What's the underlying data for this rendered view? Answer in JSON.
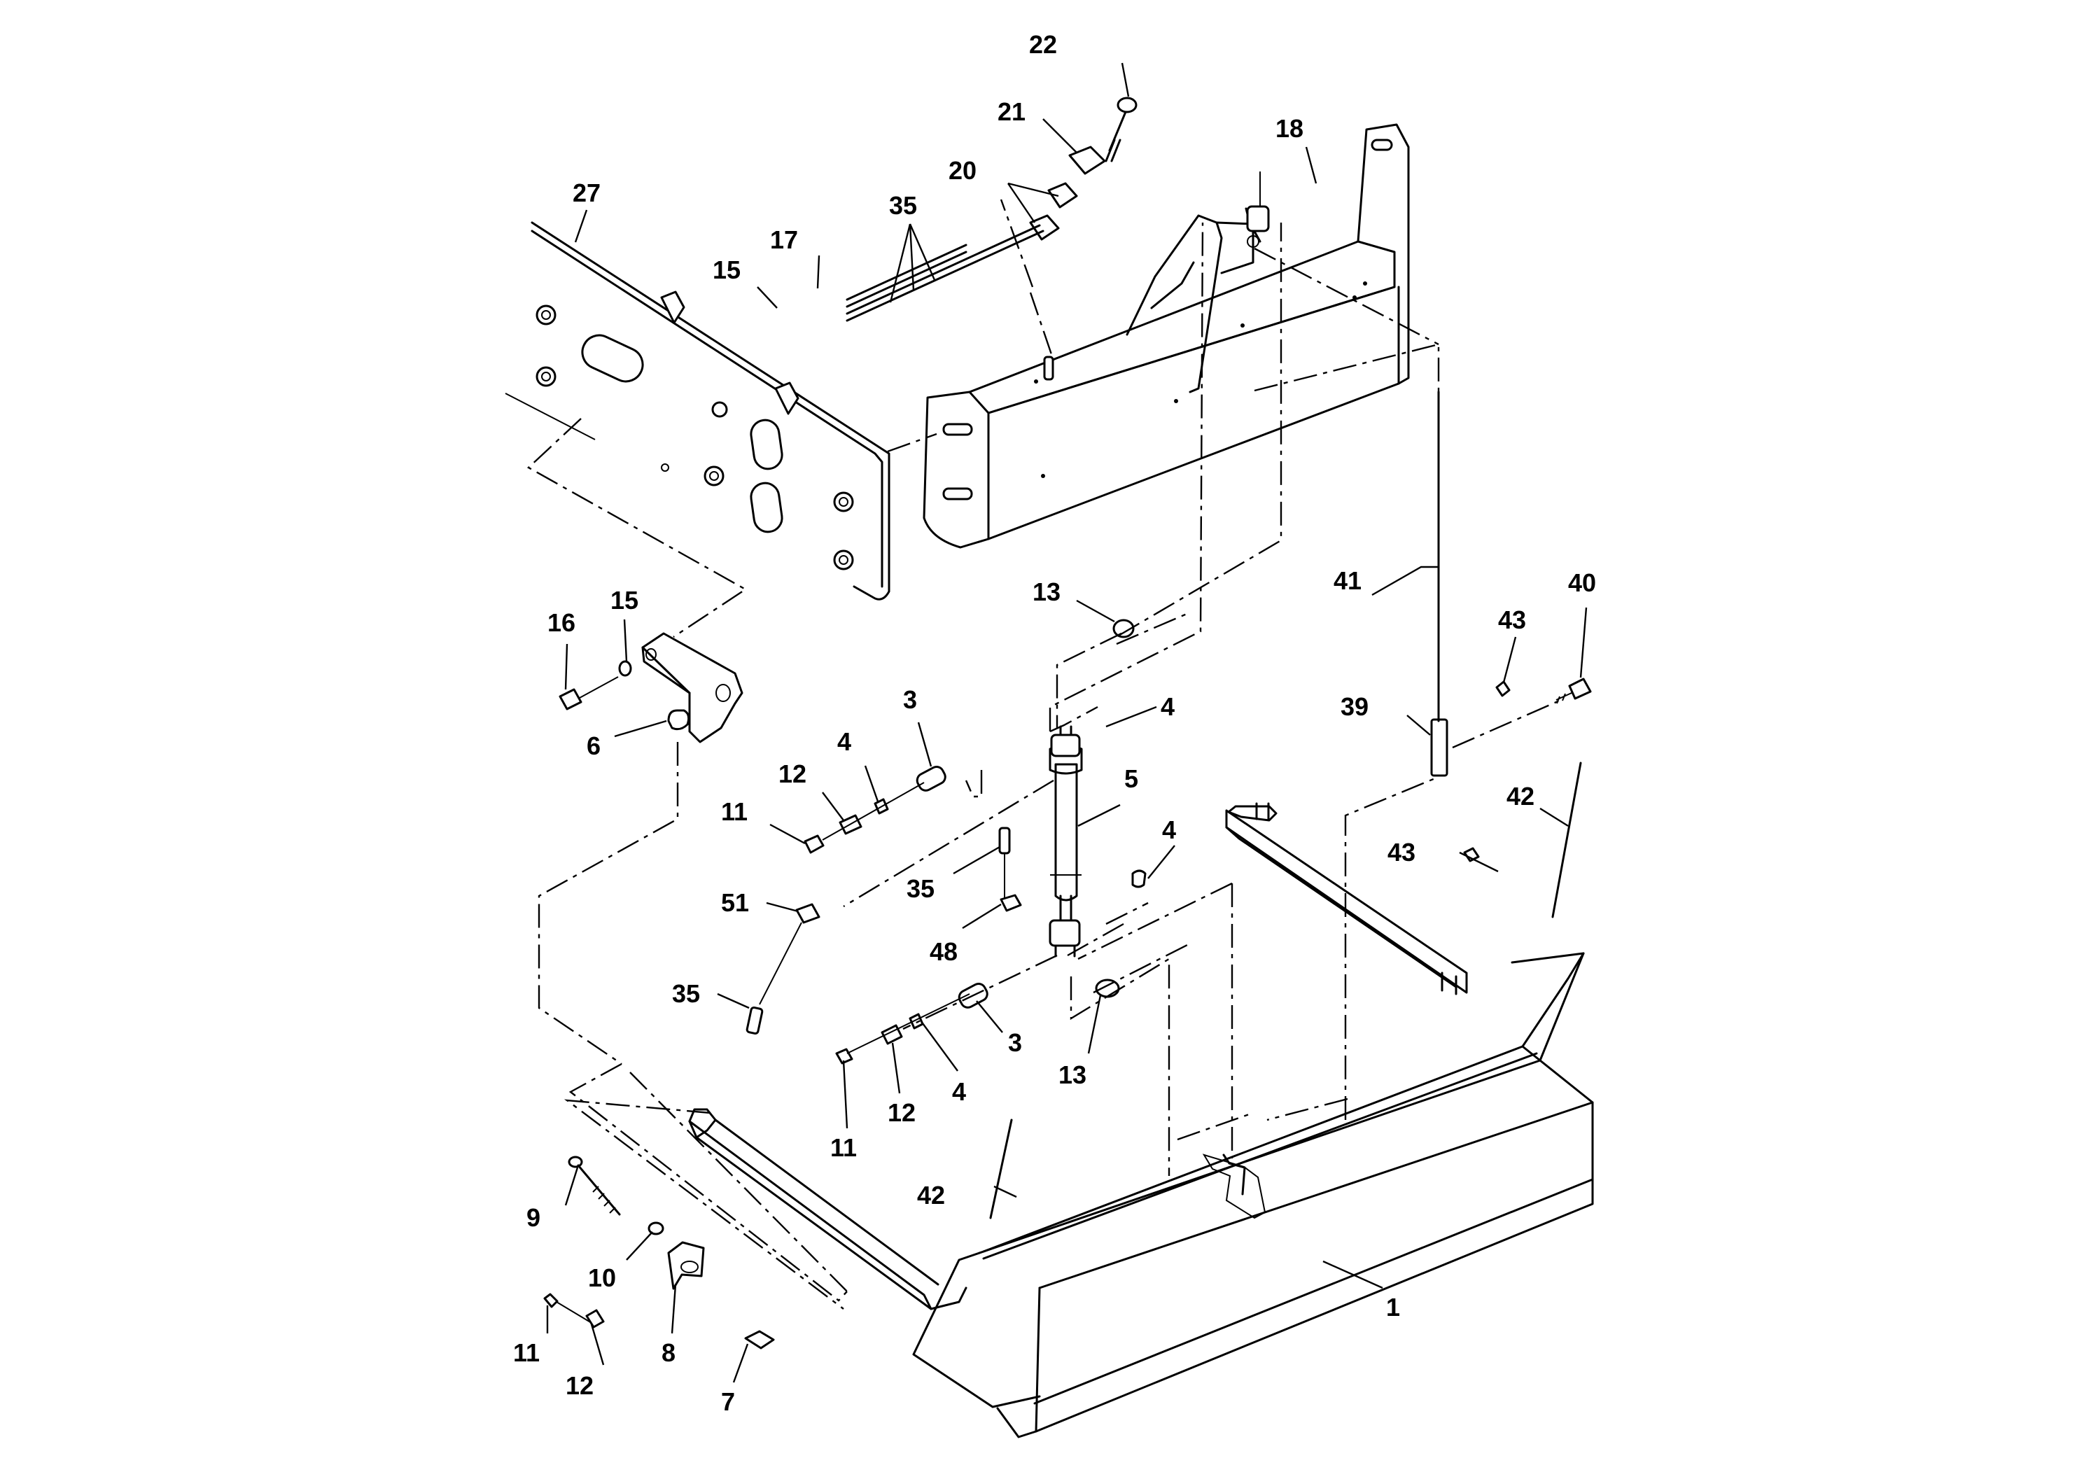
{
  "figure": {
    "callouts": {
      "c22": "22",
      "c21": "21",
      "c20": "20",
      "c35a": "35",
      "c18": "18",
      "c27": "27",
      "c17": "17",
      "c15a": "15",
      "c13a": "13",
      "c41": "41",
      "c40": "40",
      "c43a": "43",
      "c16": "16",
      "c15b": "15",
      "c6": "6",
      "c3a": "3",
      "c4a": "4",
      "c12a": "12",
      "c11a": "11",
      "c4b": "4",
      "c5": "5",
      "c39": "39",
      "c42a": "42",
      "c43b": "43",
      "c4c": "4",
      "c35b": "35",
      "c51": "51",
      "c48": "48",
      "c35c": "35",
      "c3b": "3",
      "c13b": "13",
      "c4d": "4",
      "c12b": "12",
      "c11b": "11",
      "c42b": "42",
      "c9": "9",
      "c10": "10",
      "c1": "1",
      "c11c": "11",
      "c12c": "12",
      "c8": "8",
      "c7": "7"
    }
  }
}
